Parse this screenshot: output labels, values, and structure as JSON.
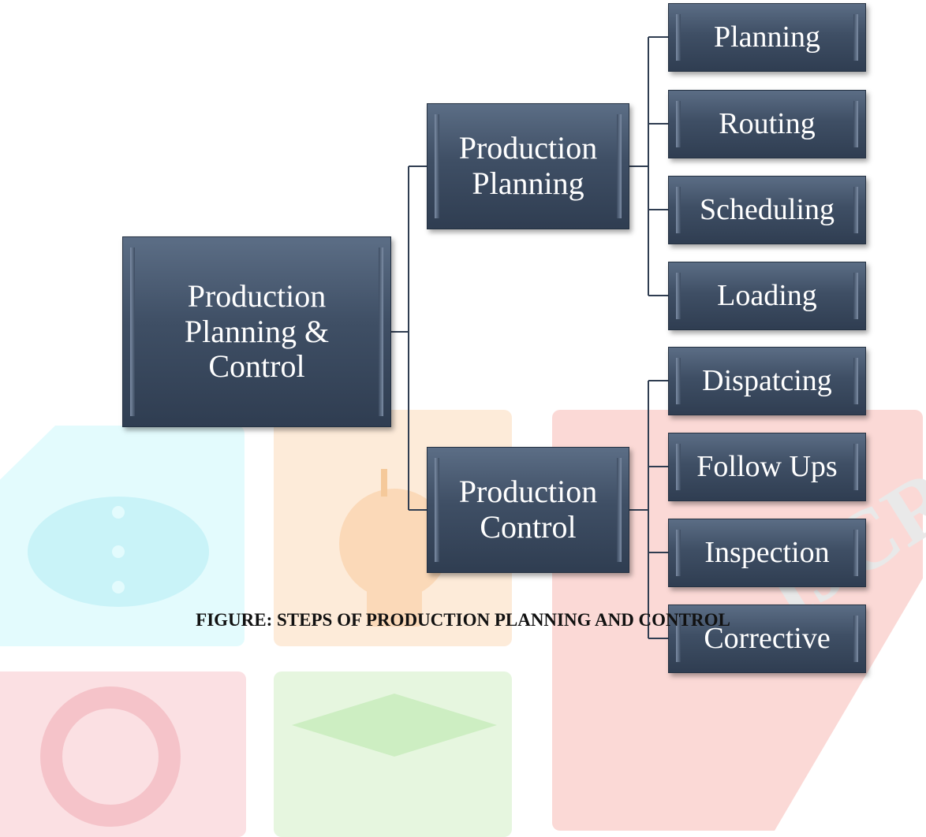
{
  "diagram": {
    "root": {
      "label": "Production\nPlanning &\nControl"
    },
    "branches": [
      {
        "label": "Production\nPlanning",
        "children": [
          "Planning",
          "Routing",
          "Scheduling",
          "Loading"
        ]
      },
      {
        "label": "Production\nControl",
        "children": [
          "Dispatcing",
          "Follow Ups",
          "Inspection",
          "Corrective"
        ]
      }
    ],
    "connector_color": "#2f3d51"
  },
  "caption": "FIGURE: STEPS OF PRODUCTION PLANNING AND CONTROL",
  "watermark": {
    "text": "IJCRT",
    "colors": {
      "cyan": "#e3fbfd",
      "orange": "#fdebd9",
      "red": "#fbd9d6",
      "pink": "#fbe0e3",
      "green": "#e6f6df"
    }
  }
}
